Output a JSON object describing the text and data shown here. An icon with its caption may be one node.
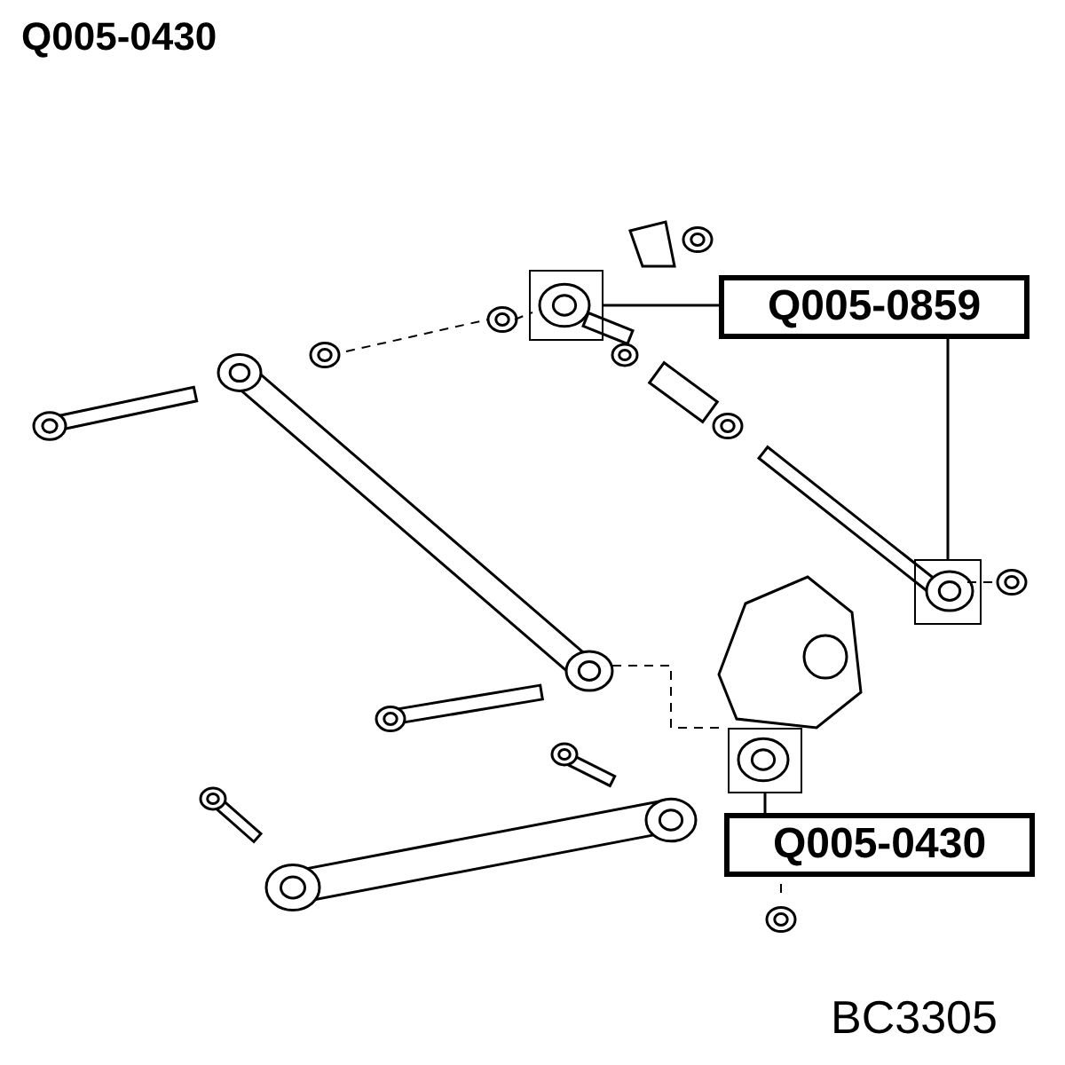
{
  "diagram": {
    "nodes": [
      {
        "text": [
          "Q005-0859"
        ]
      },
      {
        "text": [],
        "shape": "box"
      },
      {
        "text": [],
        "shape": "box"
      },
      {
        "text": [
          "Q005-0430"
        ]
      },
      {
        "text": [],
        "shape": "box"
      }
    ],
    "edges": [
      {
        "from": 0,
        "to": 1,
        "arrow": "none"
      },
      {
        "from": 0,
        "to": 2,
        "arrow": "none"
      },
      {
        "from": 3,
        "to": 4,
        "arrow": "none"
      }
    ],
    "labels": [
      "Q005-0430",
      "BC3305"
    ]
  }
}
